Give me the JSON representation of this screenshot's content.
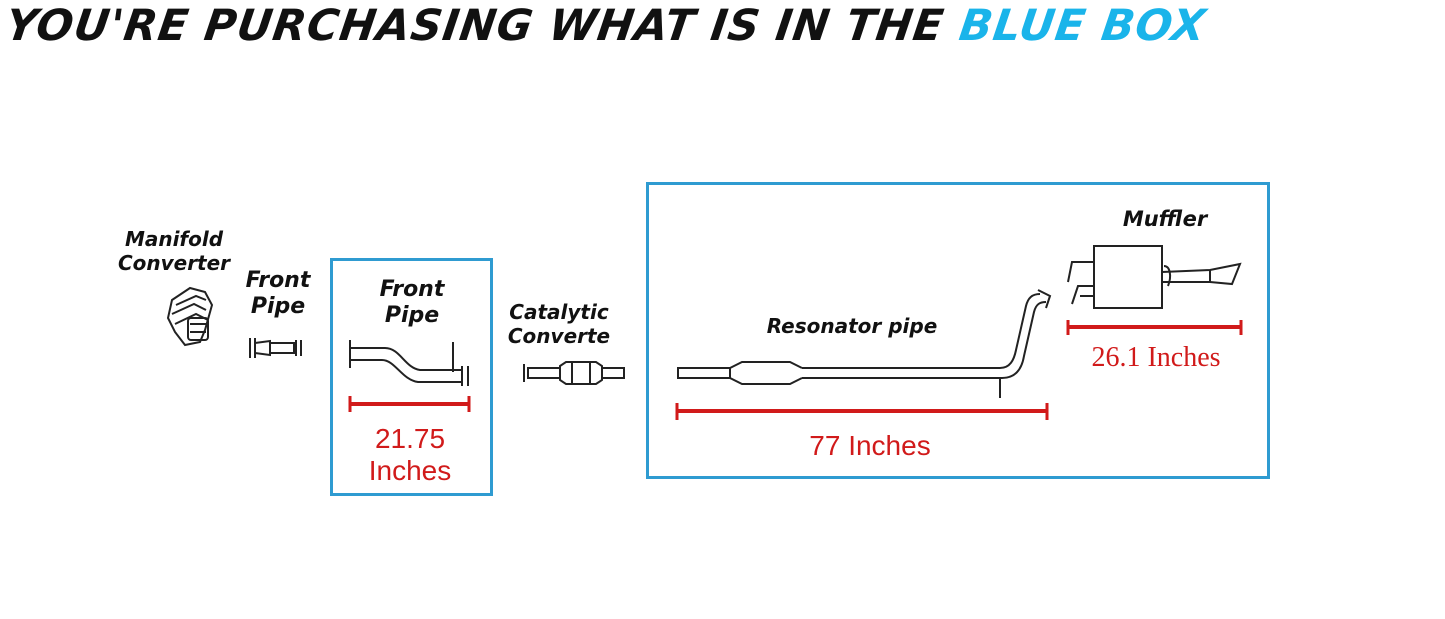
{
  "headline": {
    "main": "YOU'RE PURCHASING WHAT IS IN THE ",
    "accent": "BLUE BOX",
    "accent_color": "#1ab4ea"
  },
  "box_color": "#2f9bd1",
  "measure_color": "#d11a1a",
  "labels": {
    "manifold_converter": "Manifold\nConverter",
    "front_pipe_small": "Front\nPipe",
    "front_pipe": "Front\nPipe",
    "catalytic_converter": "Catalytic\nConverte",
    "resonator_pipe": "Resonator pipe",
    "muffler": "Muffler"
  },
  "measurements": {
    "front_pipe": "21.75\nInches",
    "resonator_pipe": "77 Inches",
    "muffler": "26.1 Inches"
  }
}
